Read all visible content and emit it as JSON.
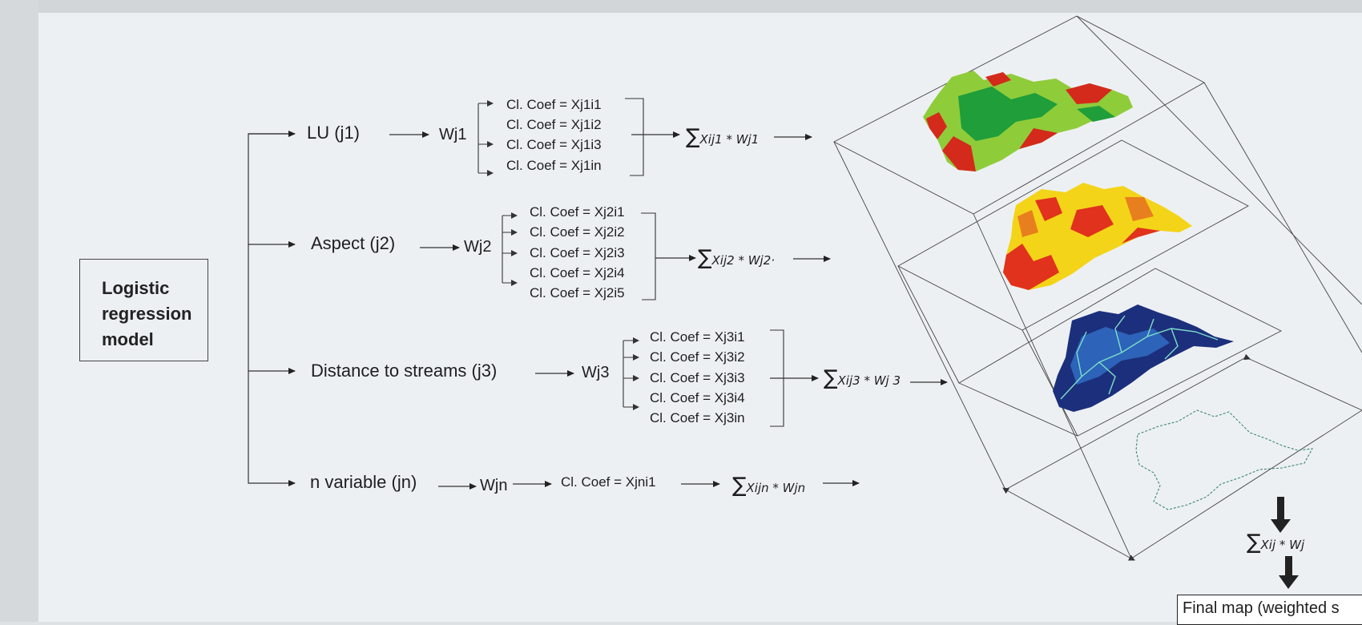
{
  "model": {
    "lines": [
      "Logistic",
      "regression",
      "model"
    ]
  },
  "variables": [
    {
      "label": "LU (j1)",
      "weight": "Wj1",
      "coefs": [
        "Cl. Coef = Xj1i1",
        "Cl. Coef = Xj1i2",
        "Cl. Coef = Xj1i3",
        "Cl. Coef = Xj1in"
      ],
      "sum": "Xij1 * Wj1"
    },
    {
      "label": "Aspect (j2)",
      "weight": "Wj2",
      "coefs": [
        "Cl. Coef = Xj2i1",
        "Cl. Coef = Xj2i2",
        "Cl. Coef = Xj2i3",
        "Cl. Coef = Xj2i4",
        "Cl. Coef = Xj2i5"
      ],
      "sum": "Xij2 * Wj2·"
    },
    {
      "label": "Distance to streams (j3)",
      "weight": "Wj3",
      "coefs": [
        "Cl. Coef = Xj3i1",
        "Cl. Coef = Xj3i2",
        "Cl. Coef = Xj3i3",
        "Cl. Coef = Xj3i4",
        "Cl. Coef = Xj3in"
      ],
      "sum": "Xij3 * Wj 3"
    },
    {
      "label": "n variable (jn)",
      "weight": "Wjn",
      "coefs": [
        "Cl. Coef = Xjni1"
      ],
      "sum": "Xijn * Wjn"
    }
  ],
  "final_sum": "Xij * Wj",
  "final_map": "Final map (weighted s",
  "sum_symbol": "∑",
  "layer_colors": {
    "lu": [
      "#d42a1c",
      "#1f9e3a",
      "#8fcc3a"
    ],
    "aspect": [
      "#e0321c",
      "#f4d419",
      "#e87f1e"
    ],
    "streams": [
      "#1c2f7c",
      "#2d63b8",
      "#7be0c8"
    ],
    "outline": "#3a8a6a"
  }
}
